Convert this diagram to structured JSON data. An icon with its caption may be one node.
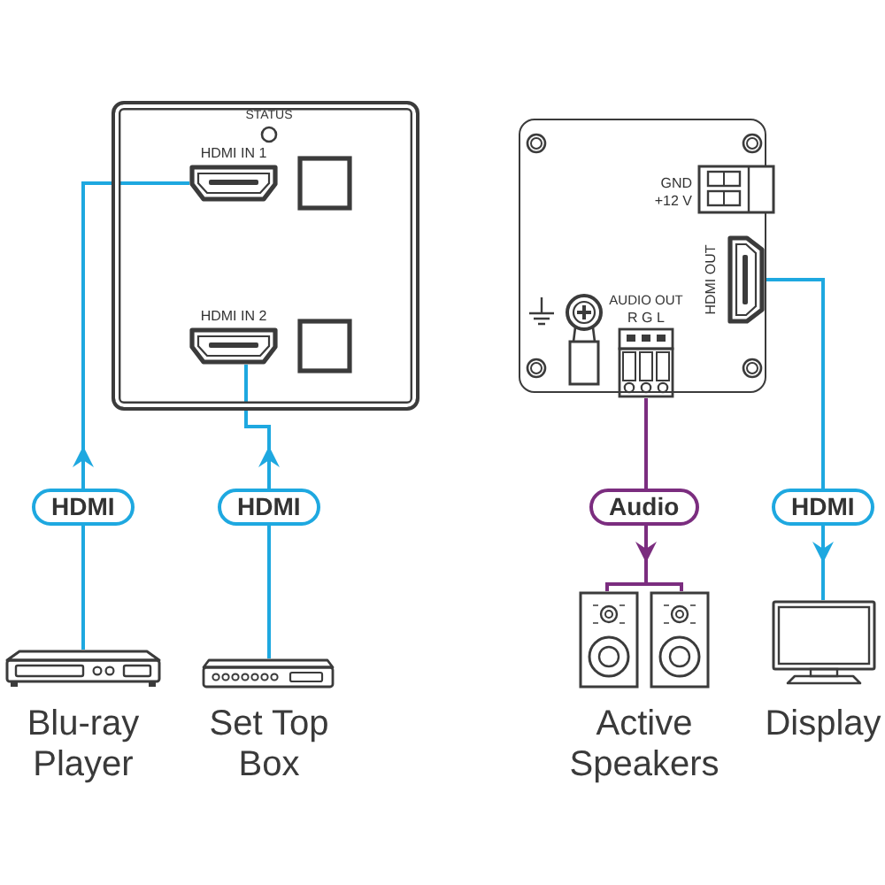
{
  "diagram": {
    "nodes": [
      {
        "text": [],
        "shape": "box"
      },
      {
        "text": [
          "HDMI IN 1"
        ],
        "in": 0
      },
      {
        "text": [
          "HDMI IN 2"
        ],
        "in": 0
      },
      {
        "text": [],
        "shape": "box"
      },
      {
        "text": [
          "AUDIO OUT",
          "R G L"
        ],
        "in": 3
      },
      {
        "text": [
          "HDMI OUT"
        ],
        "in": 3
      },
      {
        "text": [
          "Blu-ray Player"
        ]
      },
      {
        "text": [
          "Set Top Box"
        ]
      },
      {
        "text": [
          "Active Speakers"
        ]
      },
      {
        "text": [
          "Display"
        ]
      }
    ],
    "edges": [
      {
        "from": 6,
        "to": 1,
        "arrow": "to",
        "label": "HDMI"
      },
      {
        "from": 7,
        "to": 2,
        "arrow": "to",
        "label": "HDMI"
      },
      {
        "from": 4,
        "to": 8,
        "arrow": "to",
        "label": "Audio",
        "color": "#7b2d7f"
      },
      {
        "from": 5,
        "to": 9,
        "arrow": "to",
        "label": "HDMI"
      }
    ],
    "labels": [
      "STATUS",
      "GND",
      "+12 V"
    ]
  }
}
